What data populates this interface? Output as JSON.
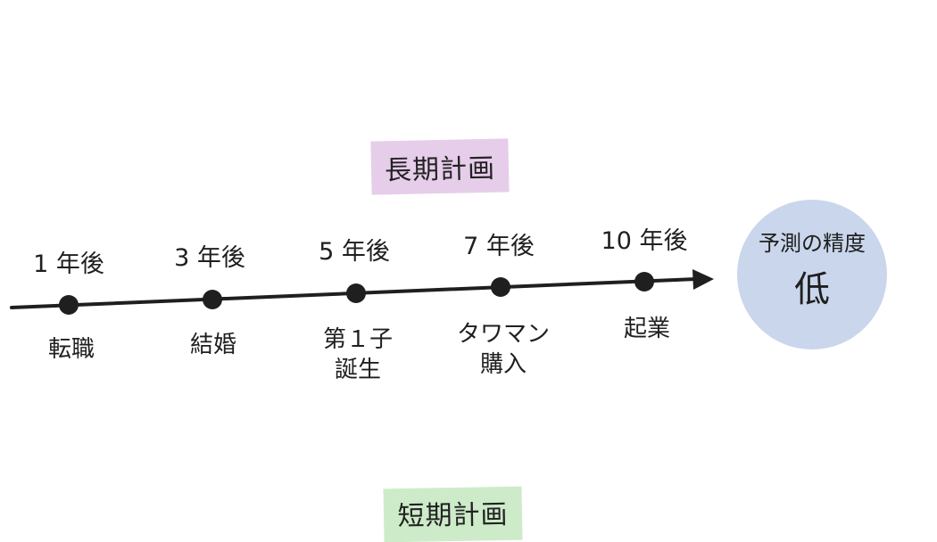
{
  "diagram": {
    "long_term_label": "長期計画",
    "short_term_label": "短期計画",
    "colors": {
      "long_term_bg": "#e6cdea",
      "short_term_bg": "#cdebc9",
      "circle_bg": "#c9d6eb",
      "line": "#1f1f1f"
    },
    "timeline": [
      {
        "year": "1 年後",
        "event": "転職"
      },
      {
        "year": "3 年後",
        "event": "結婚"
      },
      {
        "year": "5 年後",
        "event": "第１子\n誕生"
      },
      {
        "year": "7 年後",
        "event": "タワマン\n購入"
      },
      {
        "year": "10 年後",
        "event": "起業"
      }
    ],
    "accuracy": {
      "title": "予測の精度",
      "value": "低"
    }
  }
}
